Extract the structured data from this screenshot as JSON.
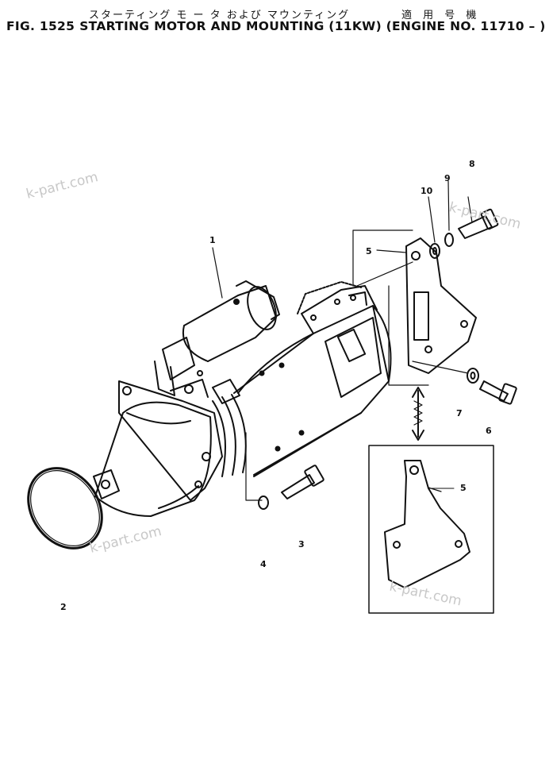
{
  "header": {
    "japanese_title": "スターティング モ ー タ および マウンティング",
    "japanese_applicability": "適 用 号 機",
    "fig_number": "FIG. 1525",
    "title": "STARTING MOTOR AND MOUNTING (11KW) (ENGINE NO. 11710 – )"
  },
  "callouts": {
    "c1": "1",
    "c2": "2",
    "c3": "3",
    "c4": "4",
    "c5_top": "5",
    "c5_detail": "5",
    "c6": "6",
    "c7": "7",
    "c8": "8",
    "c9": "9",
    "c10": "10"
  },
  "watermarks": [
    "k-part.com",
    "k-part.com",
    "k-part.com",
    "k-part.com"
  ]
}
